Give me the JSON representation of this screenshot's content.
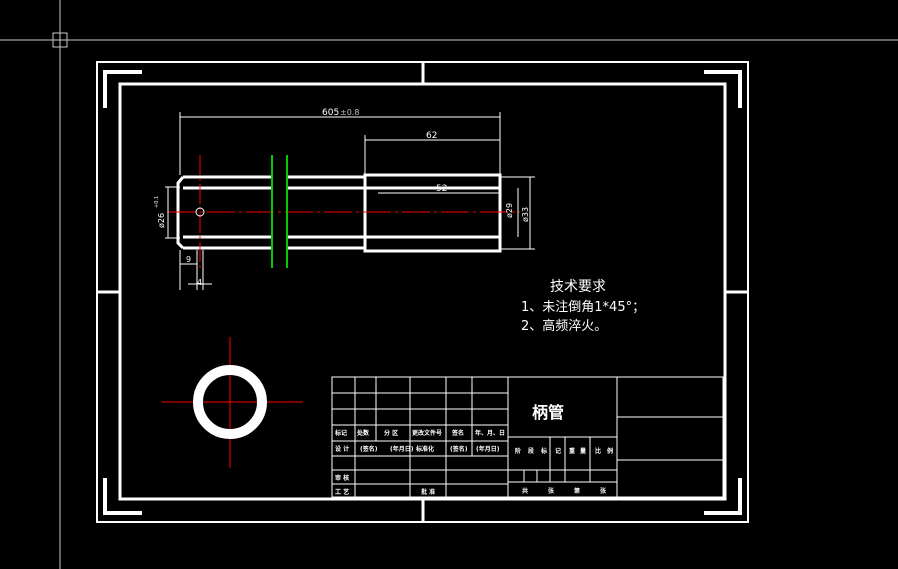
{
  "drawing": {
    "part_name": "柄管",
    "tech_req": {
      "title": "技术要求",
      "item1": "1、未注倒角1*45°；",
      "item2": "2、高频淬火。"
    },
    "dims": {
      "overall_main": "605",
      "overall_tol": "±0.8",
      "d_62": "62",
      "d_52": "52",
      "dia_29": "ø29",
      "dia_33": "ø33",
      "dia_26": "ø26",
      "dia_26_tol": "+0.1",
      "dia_26_tol2": "0",
      "d_9": "9",
      "d_4": "4"
    }
  },
  "title_block": {
    "row_labels": {
      "mark": "标记",
      "count": "处数",
      "zone": "分 区",
      "change_doc": "更改文件号",
      "signature": "签名",
      "date": "年、月、日",
      "design": "设 计",
      "sig1": "(签名)",
      "date1": "(年月日)",
      "standardize": "标准化",
      "sig2": "(签名)",
      "date2": "(年月日)",
      "review": "审 核",
      "process": "工 艺",
      "approve": "批 准"
    },
    "stage_header": [
      "阶",
      "段",
      "标",
      "记",
      "重",
      "量",
      "比",
      "例"
    ],
    "sheet_row": [
      "共",
      "张",
      "第",
      "张"
    ]
  },
  "colors": {
    "background": "#000000",
    "line": "#ffffff",
    "centerline": "#ff0000",
    "section_mark": "#00cc00"
  }
}
